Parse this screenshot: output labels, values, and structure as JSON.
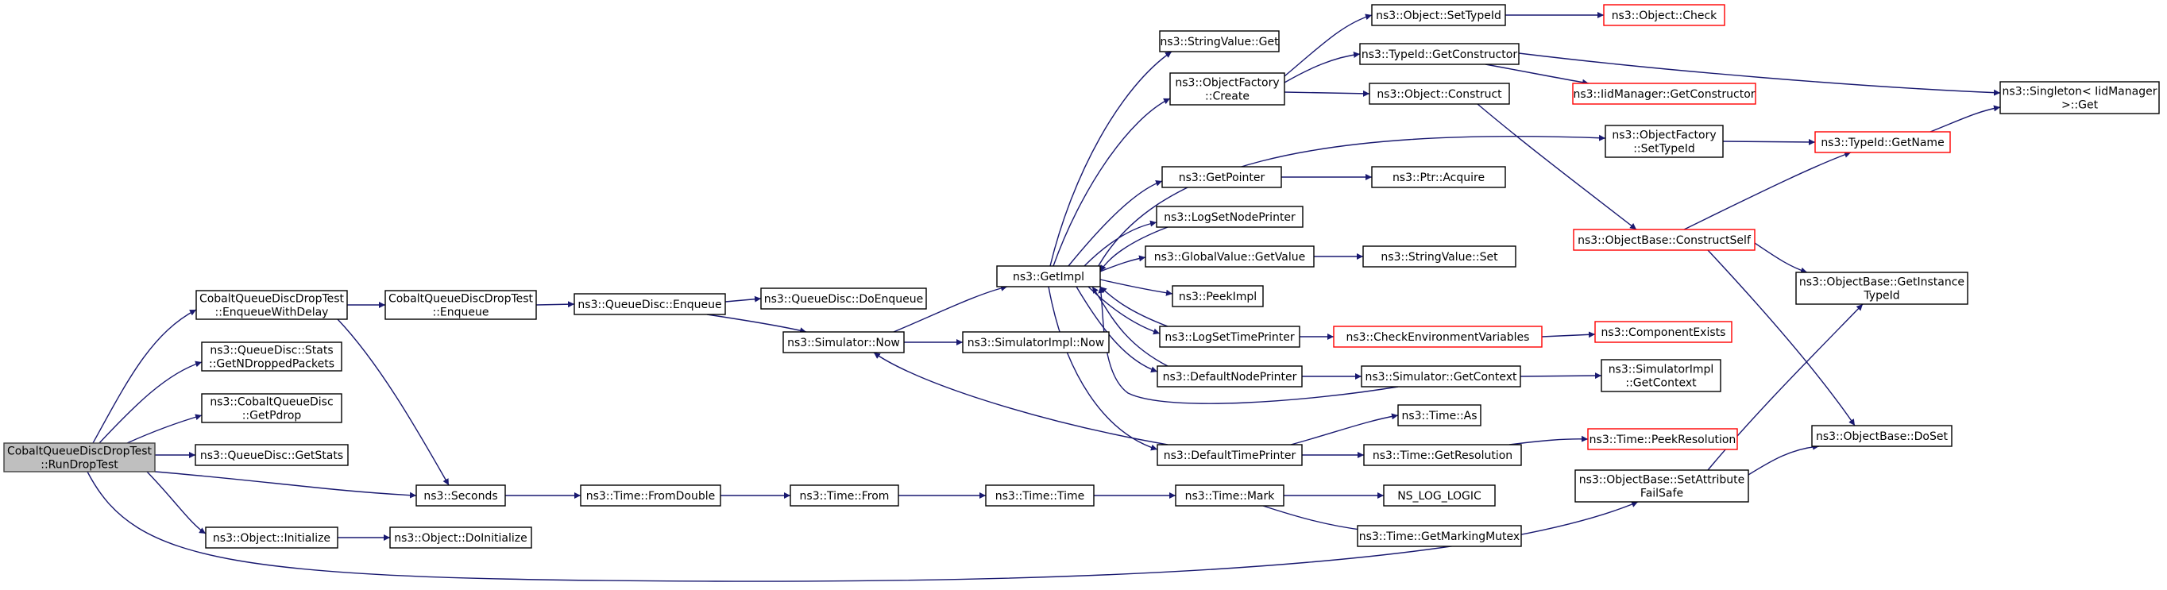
{
  "colors": {
    "edge": "#191970",
    "root_fill": "#bfbfbf",
    "truncated_border": "#ff0000",
    "node_border": "#000000"
  },
  "nodes": [
    {
      "id": "root",
      "lines": [
        "CobaltQueueDiscDropTest",
        "::RunDropTest"
      ],
      "kind": "root"
    },
    {
      "id": "ewd",
      "lines": [
        "CobaltQueueDiscDropTest",
        "::EnqueueWithDelay"
      ]
    },
    {
      "id": "gndp",
      "lines": [
        "ns3::QueueDisc::Stats",
        "::GetNDroppedPackets"
      ]
    },
    {
      "id": "gpd",
      "lines": [
        "ns3::CobaltQueueDisc",
        "::GetPdrop"
      ]
    },
    {
      "id": "gst",
      "lines": [
        "ns3::QueueDisc::GetStats"
      ]
    },
    {
      "id": "oini",
      "lines": [
        "ns3::Object::Initialize"
      ]
    },
    {
      "id": "enq",
      "lines": [
        "CobaltQueueDiscDropTest",
        "::Enqueue"
      ]
    },
    {
      "id": "sec",
      "lines": [
        "ns3::Seconds"
      ]
    },
    {
      "id": "odoi",
      "lines": [
        "ns3::Object::DoInitialize"
      ]
    },
    {
      "id": "qenq",
      "lines": [
        "ns3::QueueDisc::Enqueue"
      ]
    },
    {
      "id": "tfd",
      "lines": [
        "ns3::Time::FromDouble"
      ]
    },
    {
      "id": "qdoe",
      "lines": [
        "ns3::QueueDisc::DoEnqueue"
      ]
    },
    {
      "id": "snow",
      "lines": [
        "ns3::Simulator::Now"
      ]
    },
    {
      "id": "tfrom",
      "lines": [
        "ns3::Time::From"
      ]
    },
    {
      "id": "geti",
      "lines": [
        "ns3::GetImpl"
      ]
    },
    {
      "id": "sinow",
      "lines": [
        "ns3::SimulatorImpl::Now"
      ]
    },
    {
      "id": "ttime",
      "lines": [
        "ns3::Time::Time"
      ]
    },
    {
      "id": "svg",
      "lines": [
        "ns3::StringValue::Get"
      ]
    },
    {
      "id": "ofc",
      "lines": [
        "ns3::ObjectFactory",
        "::Create"
      ]
    },
    {
      "id": "gptr",
      "lines": [
        "ns3::GetPointer"
      ]
    },
    {
      "id": "lsnp",
      "lines": [
        "ns3::LogSetNodePrinter"
      ]
    },
    {
      "id": "gvgv",
      "lines": [
        "ns3::GlobalValue::GetValue"
      ]
    },
    {
      "id": "pimpl",
      "lines": [
        "ns3::PeekImpl"
      ]
    },
    {
      "id": "lstp",
      "lines": [
        "ns3::LogSetTimePrinter"
      ]
    },
    {
      "id": "dnp",
      "lines": [
        "ns3::DefaultNodePrinter"
      ]
    },
    {
      "id": "dtp",
      "lines": [
        "ns3::DefaultTimePrinter"
      ]
    },
    {
      "id": "tmark",
      "lines": [
        "ns3::Time::Mark"
      ]
    },
    {
      "id": "ost",
      "lines": [
        "ns3::Object::SetTypeId"
      ]
    },
    {
      "id": "tgc",
      "lines": [
        "ns3::TypeId::GetConstructor"
      ]
    },
    {
      "id": "ocon",
      "lines": [
        "ns3::Object::Construct"
      ]
    },
    {
      "id": "ofst",
      "lines": [
        "ns3::ObjectFactory",
        "::SetTypeId"
      ]
    },
    {
      "id": "pacq",
      "lines": [
        "ns3::Ptr::Acquire"
      ]
    },
    {
      "id": "svs",
      "lines": [
        "ns3::StringValue::Set"
      ]
    },
    {
      "id": "cev",
      "lines": [
        "ns3::CheckEnvironmentVariables"
      ],
      "kind": "trunc"
    },
    {
      "id": "sgc",
      "lines": [
        "ns3::Simulator::GetContext"
      ]
    },
    {
      "id": "tas",
      "lines": [
        "ns3::Time::As"
      ]
    },
    {
      "id": "tgr",
      "lines": [
        "ns3::Time::GetResolution"
      ]
    },
    {
      "id": "nll",
      "lines": [
        "NS_LOG_LOGIC"
      ]
    },
    {
      "id": "tgmm",
      "lines": [
        "ns3::Time::GetMarkingMutex"
      ]
    },
    {
      "id": "ochk",
      "lines": [
        "ns3::Object::Check"
      ],
      "kind": "trunc"
    },
    {
      "id": "imgc",
      "lines": [
        "ns3::IidManager::GetConstructor"
      ],
      "kind": "trunc"
    },
    {
      "id": "tgn",
      "lines": [
        "ns3::TypeId::GetName"
      ],
      "kind": "trunc"
    },
    {
      "id": "obcs",
      "lines": [
        "ns3::ObjectBase::ConstructSelf"
      ],
      "kind": "trunc"
    },
    {
      "id": "cex",
      "lines": [
        "ns3::ComponentExists"
      ],
      "kind": "trunc"
    },
    {
      "id": "sigc",
      "lines": [
        "ns3::SimulatorImpl",
        "::GetContext"
      ]
    },
    {
      "id": "tpr",
      "lines": [
        "ns3::Time::PeekResolution"
      ],
      "kind": "trunc"
    },
    {
      "id": "obsa",
      "lines": [
        "ns3::ObjectBase::SetAttribute",
        "FailSafe"
      ]
    },
    {
      "id": "sing",
      "lines": [
        "ns3::Singleton< IidManager",
        ">::Get"
      ]
    },
    {
      "id": "obgi",
      "lines": [
        "ns3::ObjectBase::GetInstance",
        "TypeId"
      ]
    },
    {
      "id": "obds",
      "lines": [
        "ns3::ObjectBase::DoSet"
      ]
    }
  ]
}
